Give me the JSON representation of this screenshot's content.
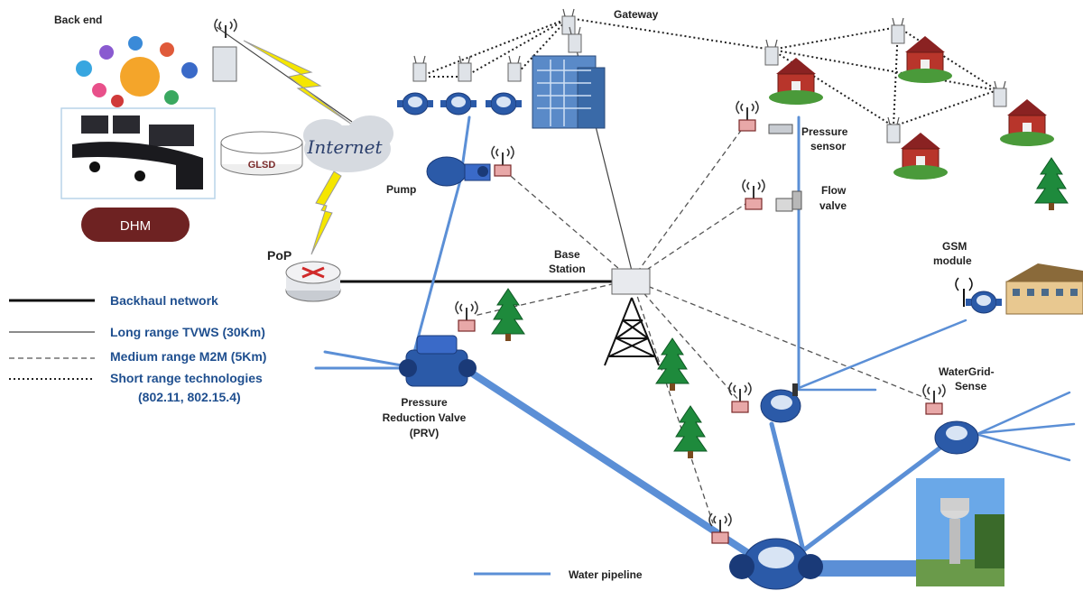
{
  "labels": {
    "back_end": "Back end",
    "gateway": "Gateway",
    "internet": "Internet",
    "glsd": "GLSD",
    "dhm": "DHM",
    "pop": "PoP",
    "pump": "Pump",
    "base_station_l1": "Base",
    "base_station_l2": "Station",
    "pressure_sensor_l1": "Pressure",
    "pressure_sensor_l2": "sensor",
    "flow_valve_l1": "Flow",
    "flow_valve_l2": "valve",
    "gsm_l1": "GSM",
    "gsm_l2": "module",
    "prv_l1": "Pressure",
    "prv_l2": "Reduction Valve",
    "prv_l3": "(PRV)",
    "watergrid_l1": "WaterGrid-",
    "watergrid_l2": "Sense"
  },
  "legend": {
    "backhaul": "Backhaul network",
    "long_range": "Long range TVWS (30Km)",
    "medium_range": "Medium range M2M (5Km)",
    "short_range_l1": "Short range technologies",
    "short_range_l2": "(802.11, 802.15.4)",
    "water_pipeline": "Water pipeline"
  },
  "colors": {
    "pipe": "#5b8fd6",
    "legend_text": "#1f4f8f",
    "dhm_fill": "#6e2222",
    "sensor_box": "#e8a8a8",
    "tree": "#1e8a3c",
    "barn": "#a0302a"
  }
}
